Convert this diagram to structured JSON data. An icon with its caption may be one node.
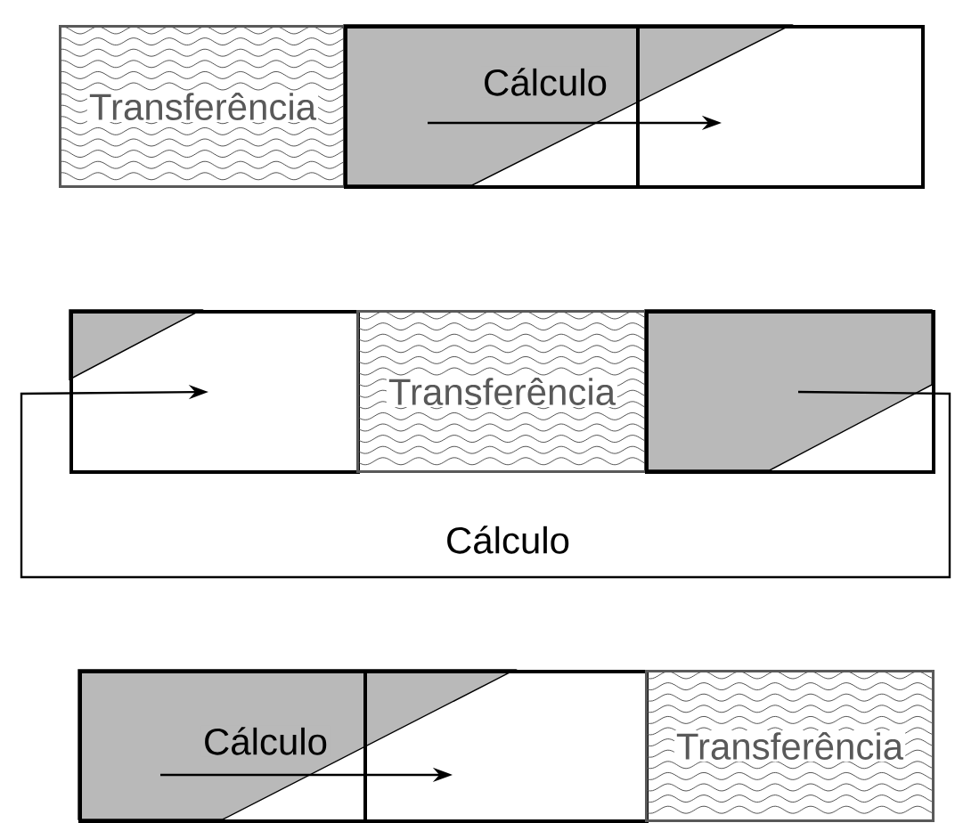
{
  "diagram": {
    "nodes": [
      {
        "text": [
          "Transferência"
        ]
      },
      {
        "text": [],
        "shape": "box"
      },
      {
        "text": [],
        "shape": "box"
      },
      {
        "text": [],
        "shape": "box"
      },
      {
        "text": [
          "Transferência"
        ]
      },
      {
        "text": [],
        "shape": "box"
      },
      {
        "text": [],
        "shape": "box"
      },
      {
        "text": [],
        "shape": "box"
      },
      {
        "text": [
          "Transferência"
        ]
      }
    ],
    "edges": [
      {
        "from": 1,
        "to": 2,
        "arrow": "to",
        "label": "Cálculo"
      },
      {
        "from": 5,
        "to": 3,
        "arrow": "to",
        "label": "Cálculo"
      },
      {
        "from": 6,
        "to": 7,
        "arrow": "to",
        "label": "Cálculo"
      }
    ]
  }
}
